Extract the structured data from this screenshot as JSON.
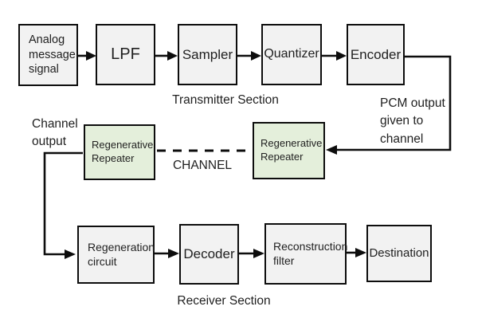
{
  "diagram": {
    "colors": {
      "block_fill": "#f2f2f2",
      "repeater_fill": "#e4efdb",
      "line": "#0d0d0d",
      "text": "#1f1f1f",
      "background": "#ffffff"
    },
    "transmitter": {
      "section_label": "Transmitter Section",
      "blocks": [
        {
          "label": "Analog\nmessage\nsignal"
        },
        {
          "label": "LPF"
        },
        {
          "label": "Sampler"
        },
        {
          "label": "Quantizer"
        },
        {
          "label": "Encoder"
        }
      ]
    },
    "channel": {
      "label": "CHANNEL",
      "left_repeater_label": "Regenerative\nRepeater",
      "right_repeater_label": "Regenerative\nRepeater",
      "channel_output_label": "Channel\noutput",
      "pcm_output_label": "PCM output\ngiven to\nchannel"
    },
    "receiver": {
      "section_label": "Receiver Section",
      "blocks": [
        {
          "label": "Regeneration\ncircuit"
        },
        {
          "label": "Decoder"
        },
        {
          "label": "Reconstruction\nfilter"
        },
        {
          "label": "Destination"
        }
      ]
    }
  }
}
